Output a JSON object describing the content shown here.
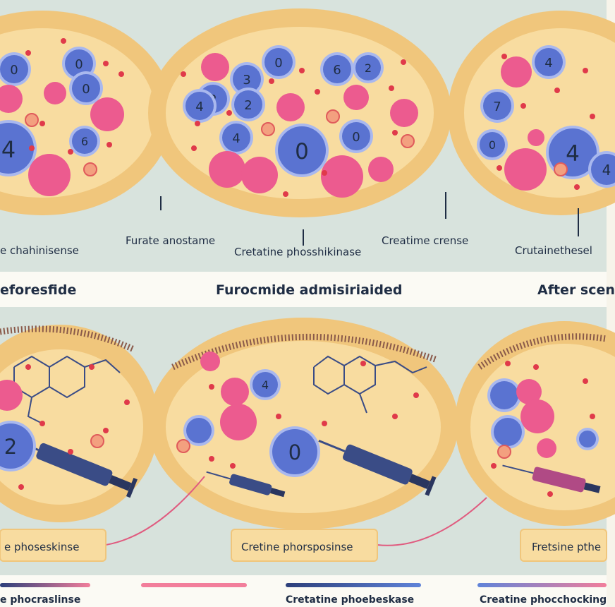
{
  "top_labels": [
    "e chahinisense",
    "Furate anostame",
    "Cretatine phosshikinase",
    "Creatime crense",
    "Crutainethesel"
  ],
  "section_labels": [
    "eforesfide",
    "Furocmide admisiriaided",
    "After scen"
  ],
  "box_labels": [
    "e phoseskinse",
    "Cretine phorsposinse",
    "Fretsine pthe"
  ],
  "bar_labels": [
    "e phocraslinse",
    "Cretatine phoebeskase",
    "Creatine phocchocking"
  ],
  "cell_numbers": [
    "0",
    "0",
    "4",
    "0",
    "6",
    "2",
    "3",
    "0",
    "2",
    "6",
    "2",
    "4",
    "4",
    "0",
    "0",
    "4",
    "7",
    "4",
    "0",
    "4",
    "2",
    "4",
    "0"
  ],
  "colors": {
    "cell_fill": "#f8dca0",
    "membrane": "#f0c67c",
    "blue_cell": "#5a73d1",
    "pink_cell": "#ec5b8f",
    "dot_red": "#e03a4a",
    "bar_pink": "#f27e9b",
    "bar_navy": "#2c3f7a",
    "bar_blue": "#5f83d9",
    "syringe": "#3a4c86"
  }
}
